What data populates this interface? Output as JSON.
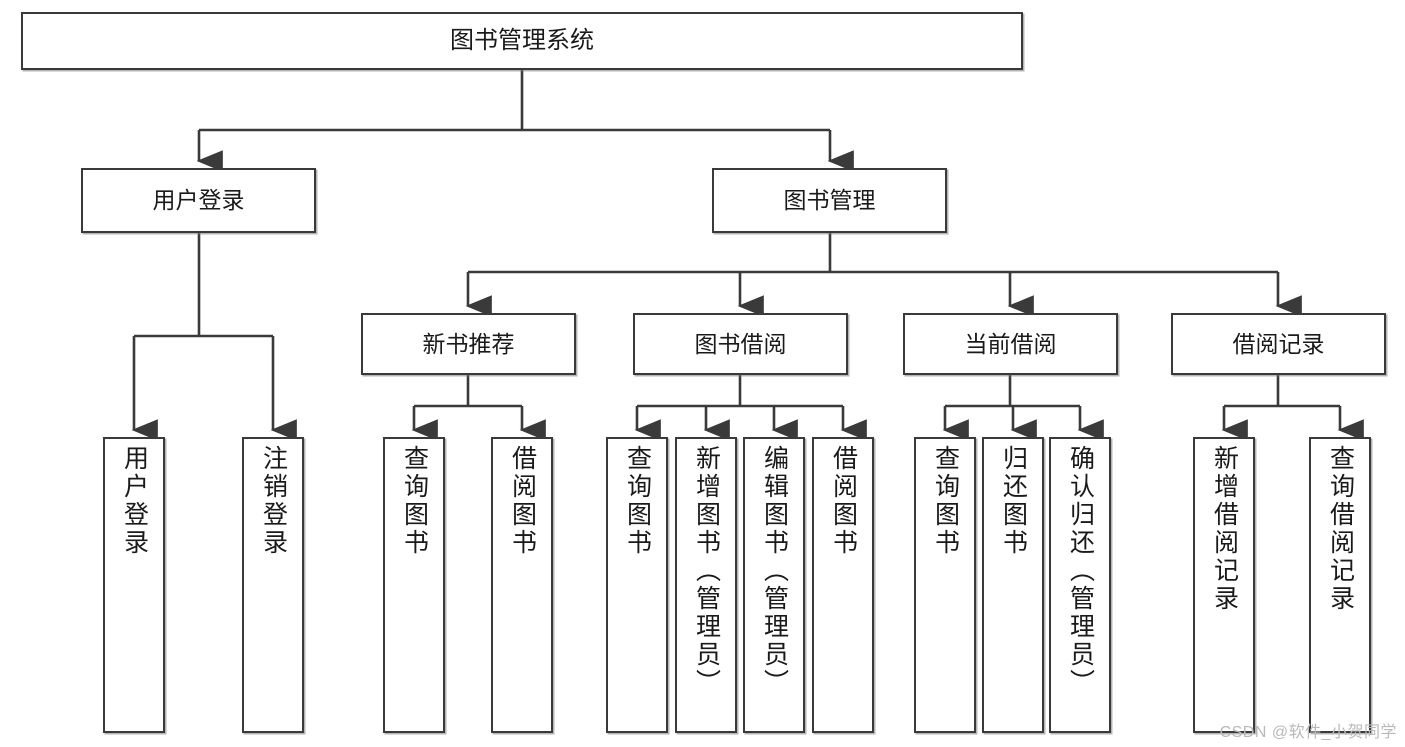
{
  "diagram": {
    "title": "图书管理系统",
    "type": "tree",
    "colors": {
      "box_border": "#3a3a3a",
      "box_fill": "#ffffff",
      "connector": "#3a3a3a",
      "watermark": "#b9b9b9",
      "background": "#ffffff"
    },
    "nodes": {
      "root": "图书管理系统",
      "level2": {
        "user_login": "用户登录",
        "book_manage": "图书管理"
      },
      "level3": {
        "new_book_rec": "新书推荐",
        "book_borrow": "图书借阅",
        "current_borrow": "当前借阅",
        "borrow_record": "借阅记录"
      },
      "leaves": {
        "user_login_1": "用户登录",
        "user_login_2": "注销登录",
        "new_book_rec_1": "查询图书",
        "new_book_rec_2": "借阅图书",
        "book_borrow_1": "查询图书",
        "book_borrow_2": "新增图书（管理员）",
        "book_borrow_3": "编辑图书（管理员）",
        "book_borrow_4": "借阅图书",
        "current_borrow_1": "查询图书",
        "current_borrow_2": "归还图书",
        "current_borrow_3": "确认归还（管理员）",
        "borrow_record_1": "新增借阅记录",
        "borrow_record_2": "查询借阅记录"
      }
    },
    "edges": [
      {
        "from": "root",
        "to": "user_login"
      },
      {
        "from": "root",
        "to": "book_manage"
      },
      {
        "from": "user_login",
        "to": "user_login_1"
      },
      {
        "from": "user_login",
        "to": "user_login_2"
      },
      {
        "from": "book_manage",
        "to": "new_book_rec"
      },
      {
        "from": "book_manage",
        "to": "book_borrow"
      },
      {
        "from": "book_manage",
        "to": "current_borrow"
      },
      {
        "from": "book_manage",
        "to": "borrow_record"
      },
      {
        "from": "new_book_rec",
        "to": "new_book_rec_1"
      },
      {
        "from": "new_book_rec",
        "to": "new_book_rec_2"
      },
      {
        "from": "book_borrow",
        "to": "book_borrow_1"
      },
      {
        "from": "book_borrow",
        "to": "book_borrow_2"
      },
      {
        "from": "book_borrow",
        "to": "book_borrow_3"
      },
      {
        "from": "book_borrow",
        "to": "book_borrow_4"
      },
      {
        "from": "current_borrow",
        "to": "current_borrow_1"
      },
      {
        "from": "current_borrow",
        "to": "current_borrow_2"
      },
      {
        "from": "current_borrow",
        "to": "current_borrow_3"
      },
      {
        "from": "borrow_record",
        "to": "borrow_record_1"
      },
      {
        "from": "borrow_record",
        "to": "borrow_record_2"
      }
    ]
  },
  "watermark": {
    "text": "CSDN @软件_小贺同学"
  }
}
